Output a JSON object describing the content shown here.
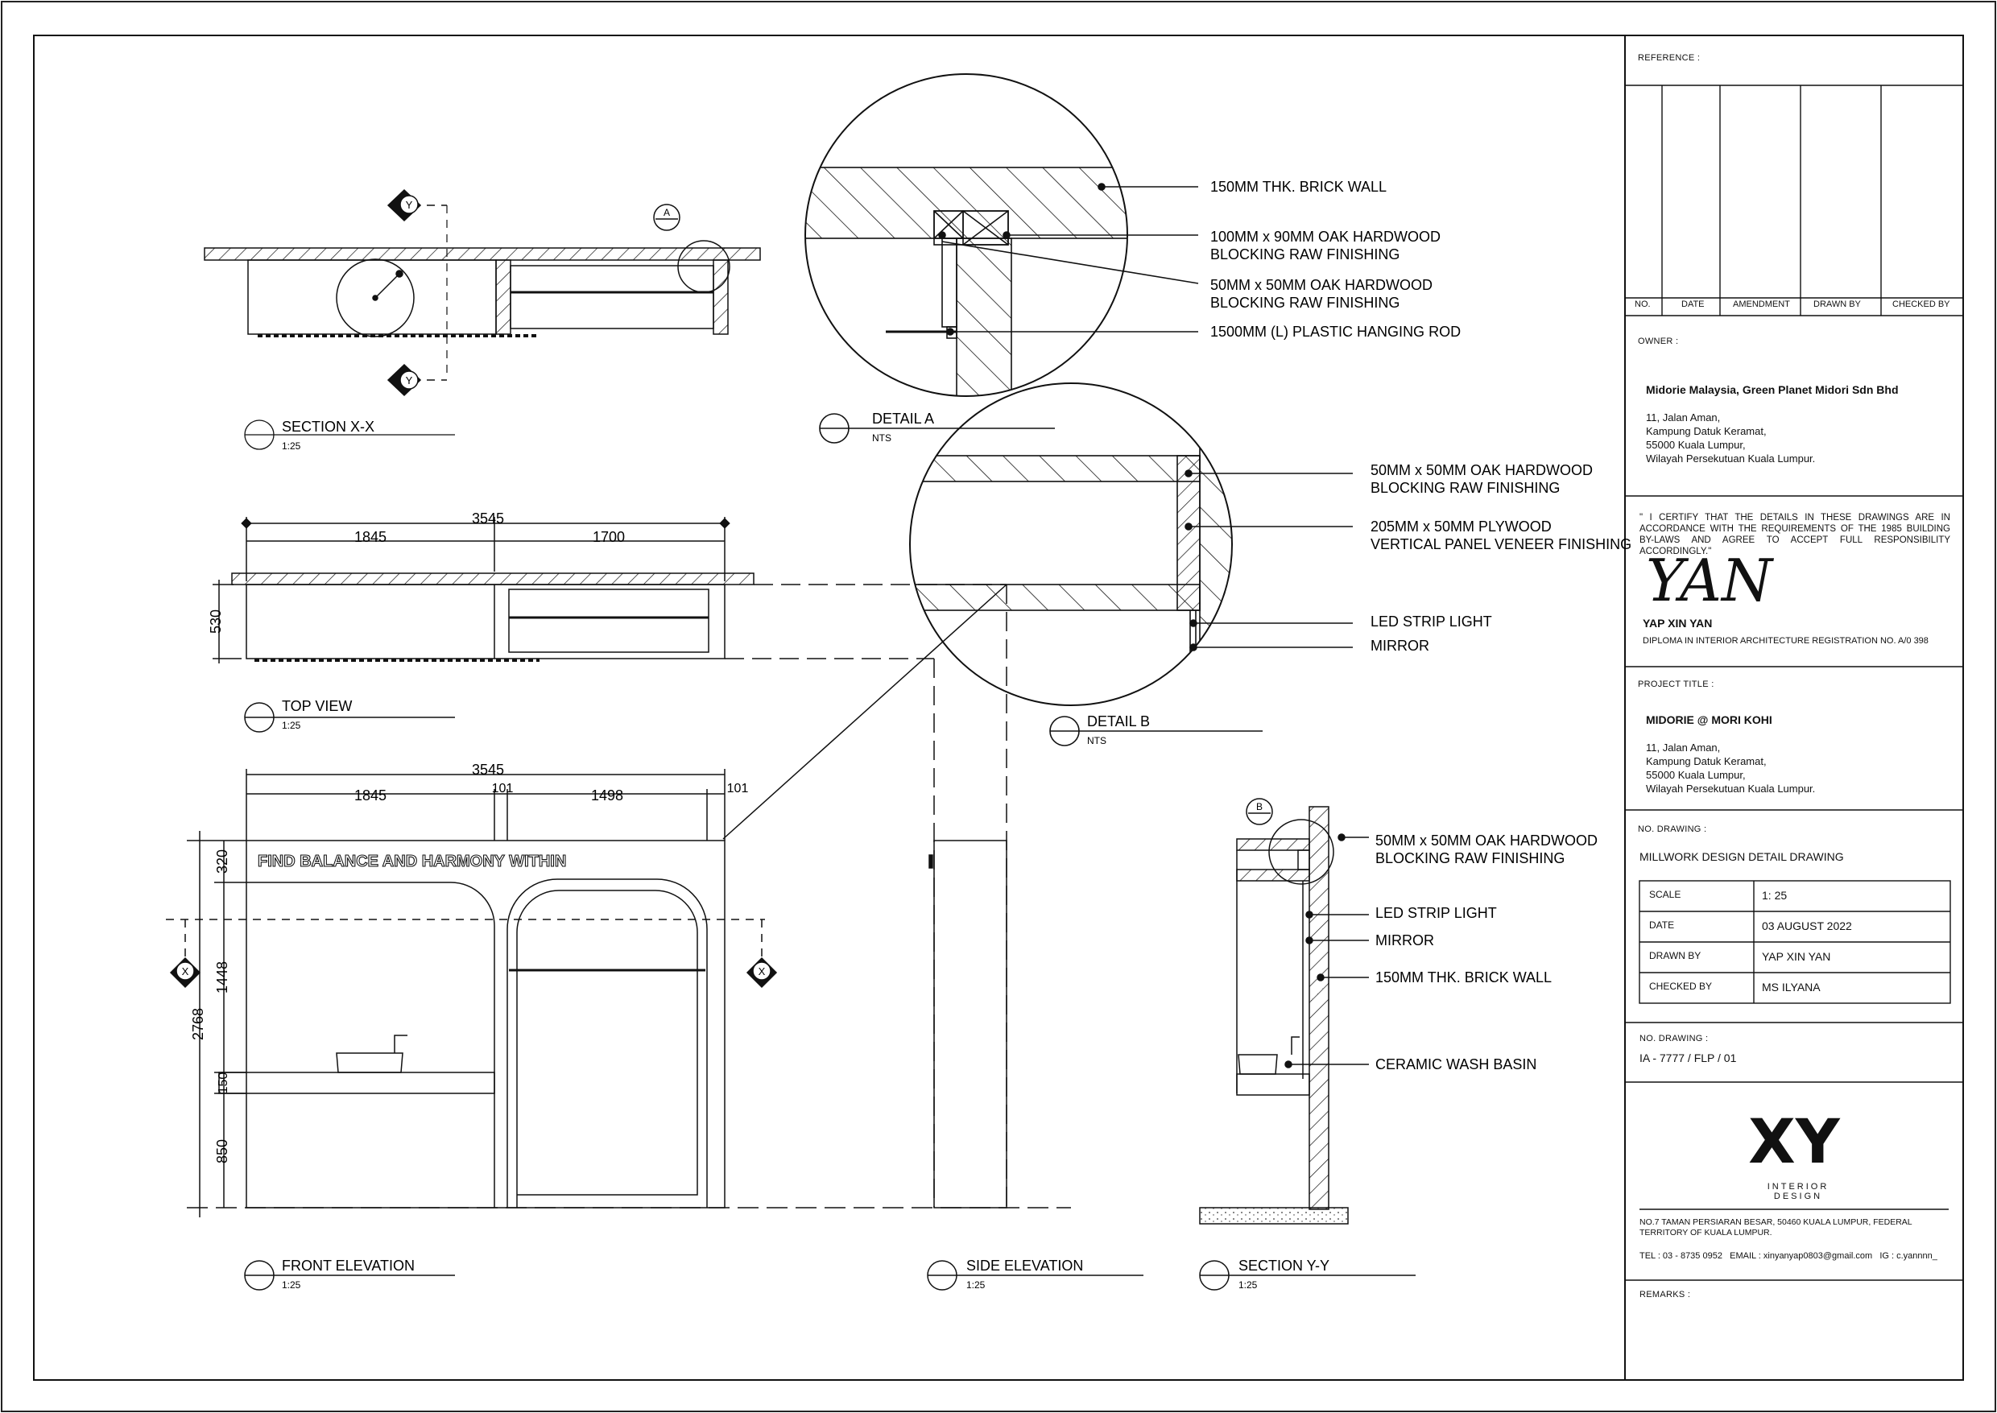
{
  "section_xx": {
    "title": "SECTION X-X",
    "scale": "1:25",
    "marker": "Y",
    "detail_tag": "A"
  },
  "detail_a": {
    "title": "DETAIL A",
    "scale": "NTS",
    "notes": [
      "150MM THK. BRICK WALL",
      "100MM x 90MM OAK HARDWOOD",
      "BLOCKING RAW FINISHING",
      "50MM x 50MM OAK HARDWOOD",
      "BLOCKING RAW FINISHING",
      "1500MM (L) PLASTIC HANGING ROD"
    ]
  },
  "detail_b": {
    "title": "DETAIL B",
    "scale": "NTS",
    "notes": [
      "50MM x 50MM OAK HARDWOOD",
      "BLOCKING RAW FINISHING",
      "205MM x 50MM PLYWOOD",
      "VERTICAL PANEL VENEER FINISHING",
      "LED STRIP LIGHT",
      "MIRROR"
    ]
  },
  "top_view": {
    "title": "TOP VIEW",
    "scale": "1:25",
    "dims": [
      "3545",
      "1845",
      "1700",
      "530"
    ]
  },
  "front_elevation": {
    "title": "FRONT ELEVATION",
    "scale": "1:25",
    "wall_text": "FIND BALANCE AND HARMONY WITHIN",
    "dims_h": [
      "3545",
      "1845",
      "101",
      "1498",
      "101"
    ],
    "dims_v": [
      "2768",
      "320",
      "1448",
      "150",
      "850"
    ],
    "marker": "X"
  },
  "side_elevation": {
    "title": "SIDE ELEVATION",
    "scale": "1:25"
  },
  "section_yy": {
    "title": "SECTION Y-Y",
    "scale": "1:25",
    "detail_tag": "B",
    "notes": [
      "50MM x 50MM OAK HARDWOOD",
      "BLOCKING RAW FINISHING",
      "LED STRIP LIGHT",
      "MIRROR",
      "150MM THK. BRICK WALL",
      "CERAMIC WASH BASIN"
    ]
  },
  "title_block": {
    "reference_label": "REFERENCE :",
    "revision_headers": [
      "NO.",
      "DATE",
      "AMENDMENT",
      "DRAWN BY",
      "CHECKED BY"
    ],
    "owner_label": "OWNER :",
    "owner_name": "Midorie Malaysia, Green Planet Midori Sdn Bhd",
    "owner_address": [
      "11, Jalan Aman,",
      "Kampung Datuk Keramat,",
      "55000 Kuala Lumpur,",
      "Wilayah Persekutuan Kuala Lumpur."
    ],
    "certification": "\" I CERTIFY THAT THE DETAILS IN THESE DRAWINGS ARE IN ACCORDANCE WITH THE REQUIREMENTS OF THE 1985 BUILDING BY-LAWS AND AGREE TO ACCEPT FULL RESPONSIBILITY ACCORDINGLY.\"",
    "signature": "YAN",
    "signer_name": "YAP XIN YAN",
    "signer_reg": "DIPLOMA IN INTERIOR ARCHITECTURE REGISTRATION NO. A/0 398",
    "project_label": "PROJECT TITLE :",
    "project_name": "MIDORIE @ MORI KOHI",
    "project_address": [
      "11, Jalan Aman,",
      "Kampung Datuk Keramat,",
      "55000 Kuala Lumpur,",
      "Wilayah Persekutuan Kuala Lumpur."
    ],
    "drawing_label": "NO. DRAWING :",
    "drawing_title": "MILLWORK DESIGN DETAIL DRAWING",
    "info": [
      {
        "key": "SCALE",
        "value": "1: 25"
      },
      {
        "key": "DATE",
        "value": "03 AUGUST 2022"
      },
      {
        "key": "DRAWN BY",
        "value": "YAP XIN YAN"
      },
      {
        "key": "CHECKED BY",
        "value": "MS ILYANA"
      }
    ],
    "drawing_no_label": "NO. DRAWING :",
    "drawing_no": "IA - 7777 / FLP / 01",
    "logo": "XY",
    "logo_sub": "INTERIOR DESIGN",
    "studio_address": "NO.7 TAMAN PERSIARAN BESAR, 50460 KUALA LUMPUR, FEDERAL TERRITORY OF KUALA LUMPUR.",
    "contact": "TEL : 03 - 8735 0952   EMAIL : xinyanyap0803@gmail.com   IG : c.yannnn_",
    "remarks_label": "REMARKS :"
  }
}
